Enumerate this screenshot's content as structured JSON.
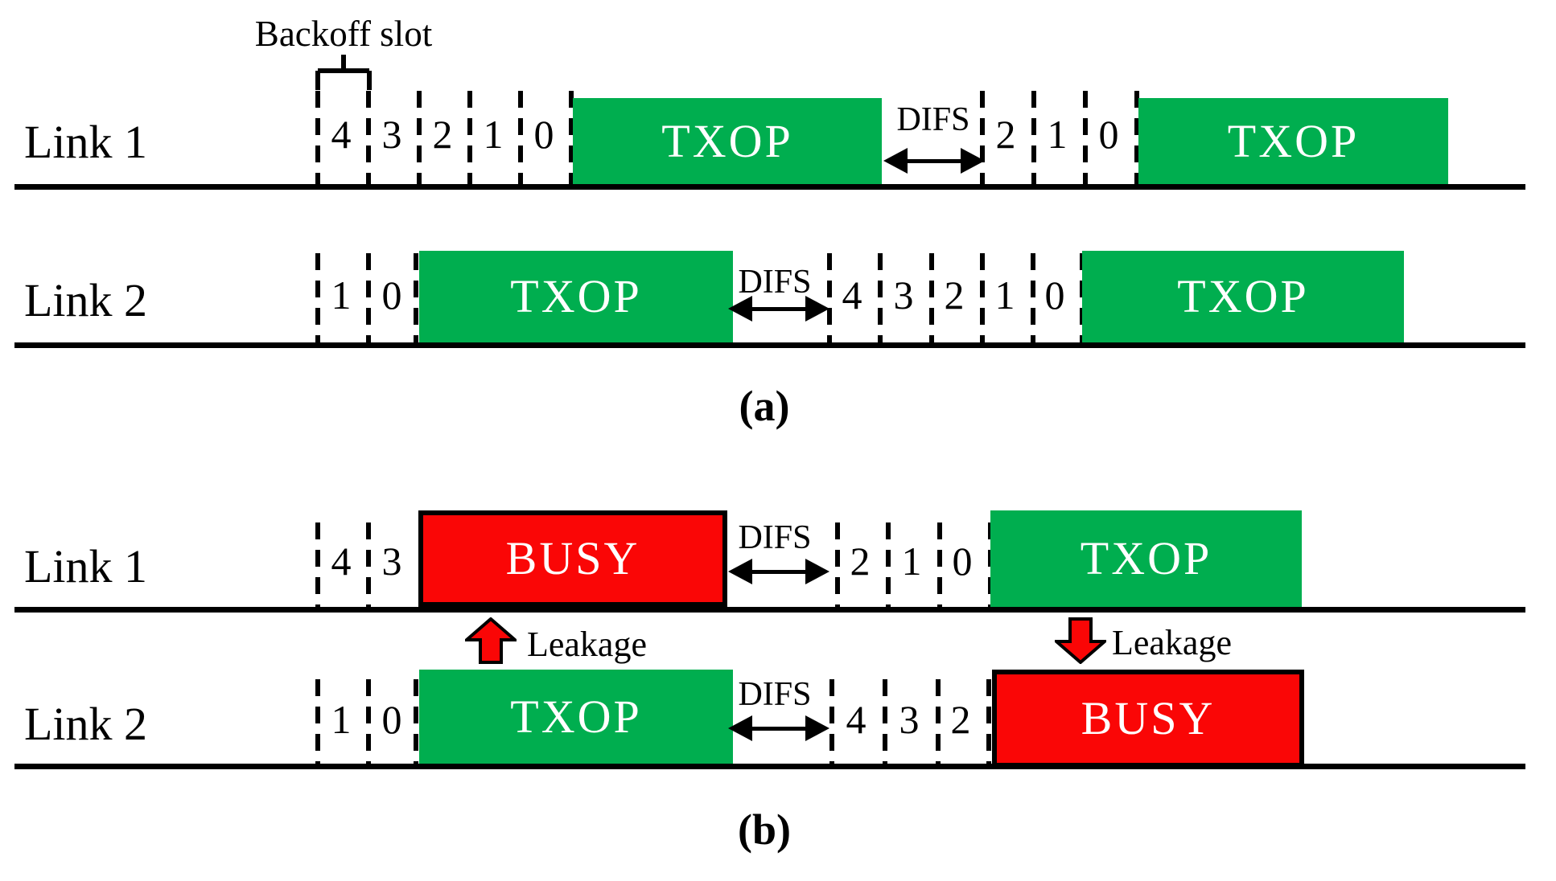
{
  "colors": {
    "green": "#00AE4F",
    "red": "#FA0606",
    "line": "#000000"
  },
  "panel_a": {
    "caption": "(a)",
    "backoff_label": "Backoff slot",
    "link1": {
      "label": "Link 1",
      "pre_slots": [
        "4",
        "3",
        "2",
        "1",
        "0"
      ],
      "txop1": "TXOP",
      "difs": "DIFS",
      "post_slots": [
        "2",
        "1",
        "0"
      ],
      "txop2": "TXOP"
    },
    "link2": {
      "label": "Link 2",
      "pre_slots": [
        "1",
        "0"
      ],
      "txop1": "TXOP",
      "difs": "DIFS",
      "post_slots": [
        "4",
        "3",
        "2",
        "1",
        "0"
      ],
      "txop2": "TXOP"
    }
  },
  "panel_b": {
    "caption": "(b)",
    "link1": {
      "label": "Link 1",
      "pre_slots": [
        "4",
        "3"
      ],
      "busy": "BUSY",
      "difs": "DIFS",
      "post_slots": [
        "2",
        "1",
        "0"
      ],
      "txop": "TXOP"
    },
    "leakage_up_label": "Leakage",
    "leakage_down_label": "Leakage",
    "link2": {
      "label": "Link 2",
      "pre_slots": [
        "1",
        "0"
      ],
      "txop": "TXOP",
      "difs": "DIFS",
      "post_slots": [
        "4",
        "3",
        "2"
      ],
      "busy": "BUSY"
    }
  }
}
